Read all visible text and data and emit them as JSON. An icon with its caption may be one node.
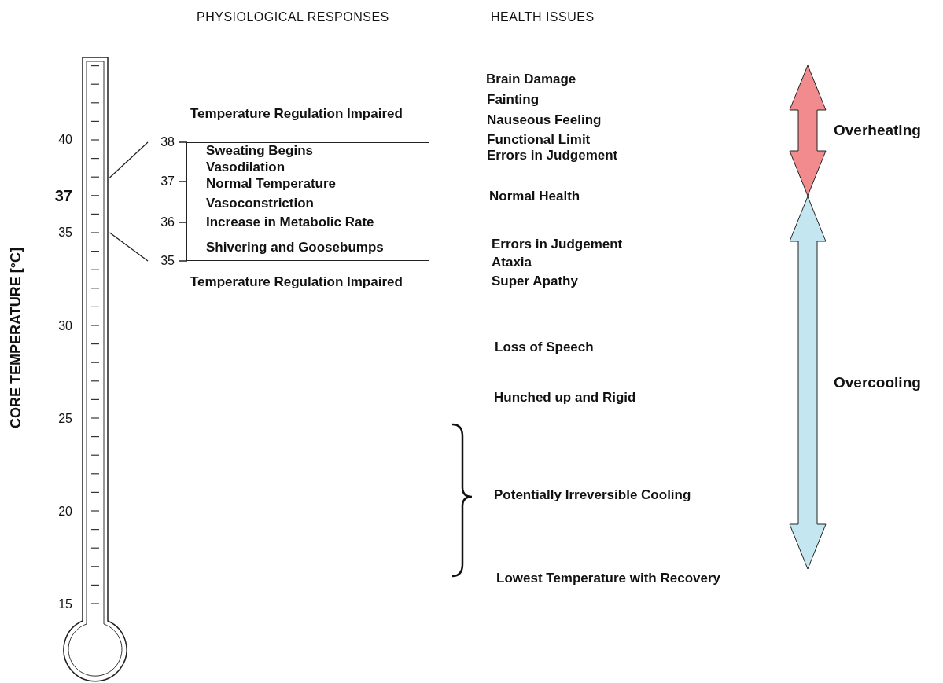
{
  "diagram": {
    "nodes": [
      {
        "text": [],
        "shape": "picture"
      },
      {
        "text": [
          "Sweating Begins",
          "Vasodilation",
          "Normal Temperature",
          "Vasoconstriction",
          "Increase in Metabolic Rate",
          "Shivering and Goosebumps"
        ],
        "beside": [
          "38",
          "37",
          "36",
          "35"
        ]
      },
      {
        "text": [],
        "shape": "arrow",
        "beside": [
          "Overheating"
        ]
      },
      {
        "text": [],
        "shape": "arrow",
        "beside": [
          "Overcooling"
        ]
      }
    ],
    "edges": [
      {
        "from": 0,
        "to": 1,
        "arrow": "none"
      },
      {
        "from": 0,
        "to": 1,
        "arrow": "none"
      }
    ],
    "labels": [
      "PHYSIOLOGICAL RESPONSES",
      "HEALTH ISSUES",
      "CORE TEMPERATURE  [°C]",
      "40",
      "37",
      "35",
      "30",
      "25",
      "20",
      "15",
      "Temperature Regulation Impaired",
      "Temperature Regulation Impaired",
      "Brain Damage",
      "Fainting",
      "Nauseous Feeling",
      "Functional Limit",
      "Errors in Judgement",
      "Normal Health",
      "Errors in Judgement",
      "Ataxia",
      "Super Apathy",
      "Loss of Speech",
      "Hunched up and Rigid",
      "Potentially Irreversible Cooling",
      "Lowest Temperature with Recovery"
    ]
  }
}
